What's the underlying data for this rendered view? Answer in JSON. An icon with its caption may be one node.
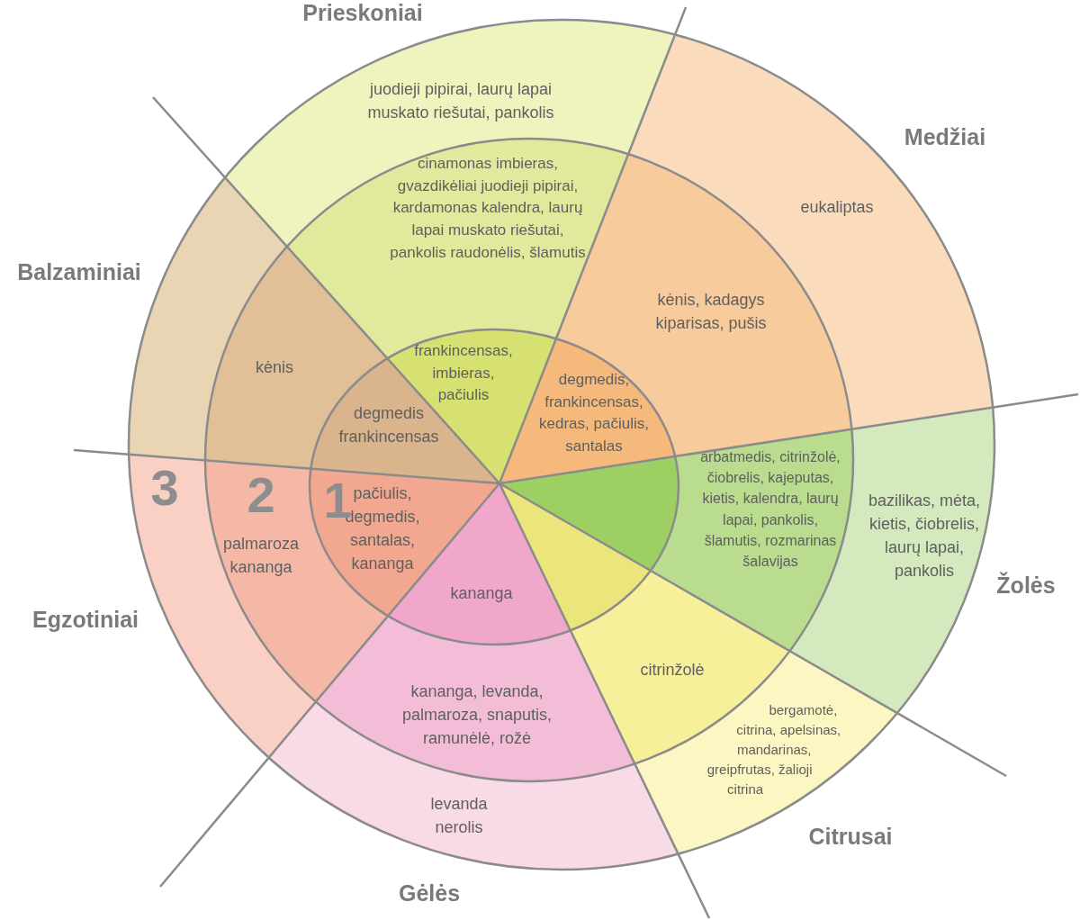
{
  "diagram": {
    "nodes": [
      {
        "text": [
          "juodieji pipirai, laurų lapai muskato riešutai, pankolis"
        ]
      },
      {
        "text": [
          "cinamonas imbieras, gvazdikėliai juodieji pipirai, kardamonas kalendra, laurų lapai muskato riešutai, pankolis raudonėlis, šlamutis"
        ]
      },
      {
        "text": [
          "eukaliptas"
        ]
      },
      {
        "text": [],
        "shape": "sector"
      },
      {
        "text": [
          "kėnis"
        ]
      },
      {
        "text": [
          "kėnis, kadagys kiparisas, pušis"
        ]
      },
      {
        "text": [
          "frankincensas, imbieras, pačiulis"
        ]
      },
      {
        "text": [
          "degmedis frankincensas"
        ]
      },
      {
        "text": [
          "degmedis, frankincensas, kedras, pačiulis, santalas"
        ]
      },
      {
        "text": [],
        "shape": "sector"
      },
      {
        "text": [
          "arbatmedis, citrinžolė, čiobrelis, kajeputas, kietis, kalendra, laurų lapai, pankolis, šlamutis, rozmarinas šalavijas"
        ]
      },
      {
        "text": [
          "bazilikas, mėta, kietis, čiobrelis, laurų lapai, pankolis"
        ]
      },
      {
        "text": [],
        "shape": "sector"
      },
      {
        "text": [
          "palmaroza kananga"
        ]
      },
      {
        "text": [
          "pačiulis, degmedis, santalas, kananga"
        ]
      },
      {
        "text": [
          "kananga"
        ]
      },
      {
        "text": [],
        "shape": "sector"
      },
      {
        "text": [
          "citrinžolė"
        ]
      },
      {
        "text": [
          "kananga, levanda, palmaroza, snaputis, ramunėlė, rožė"
        ]
      },
      {
        "text": [
          "bergamotė, citrina, apelsinas, mandarinas, greipfrutas, žalioji citrina"
        ]
      },
      {
        "text": [
          "levanda nerolis"
        ]
      }
    ],
    "labels": [
      "Prieskoniai",
      "Medžiai",
      "Balzaminiai",
      "3",
      "2",
      "1",
      "Žolės",
      "Egzotiniai",
      "Citrusai",
      "Gėlės"
    ]
  }
}
